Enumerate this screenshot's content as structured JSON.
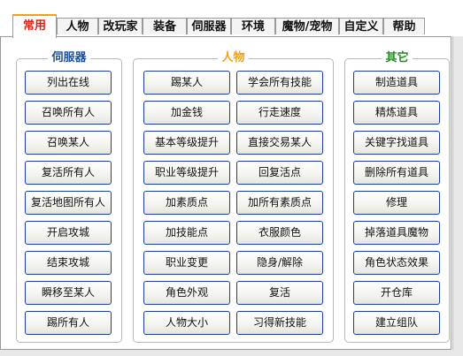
{
  "tabs": [
    "常用",
    "人物",
    "改玩家",
    "装备",
    "伺服器",
    "环境",
    "魔物/宠物",
    "自定义",
    "帮助"
  ],
  "active_tab": "常用",
  "groups": {
    "server": {
      "title": "伺服器",
      "color": "#1a4fa0",
      "buttons": [
        "列出在线",
        "召唤所有人",
        "召唤某人",
        "复活所有人",
        "复活地图所有人",
        "开启攻城",
        "结束攻城",
        "瞬移至某人",
        "踢所有人"
      ]
    },
    "character": {
      "title": "人物",
      "color": "#f0a020",
      "buttons_left": [
        "踢某人",
        "加金钱",
        "基本等级提升",
        "职业等级提升",
        "加素质点",
        "加技能点",
        "职业变更",
        "角色外观",
        "人物大小"
      ],
      "buttons_right": [
        "学会所有技能",
        "行走速度",
        "直接交易某人",
        "回复活点",
        "加所有素质点",
        "衣服颜色",
        "隐身/解除",
        "复活",
        "习得新技能"
      ]
    },
    "other": {
      "title": "其它",
      "color": "#208a20",
      "buttons": [
        "制造道具",
        "精炼道具",
        "关键字找道具",
        "删除所有道具",
        "修理",
        "掉落道具魔物",
        "角色状态效果",
        "开仓库",
        "建立组队"
      ]
    }
  }
}
